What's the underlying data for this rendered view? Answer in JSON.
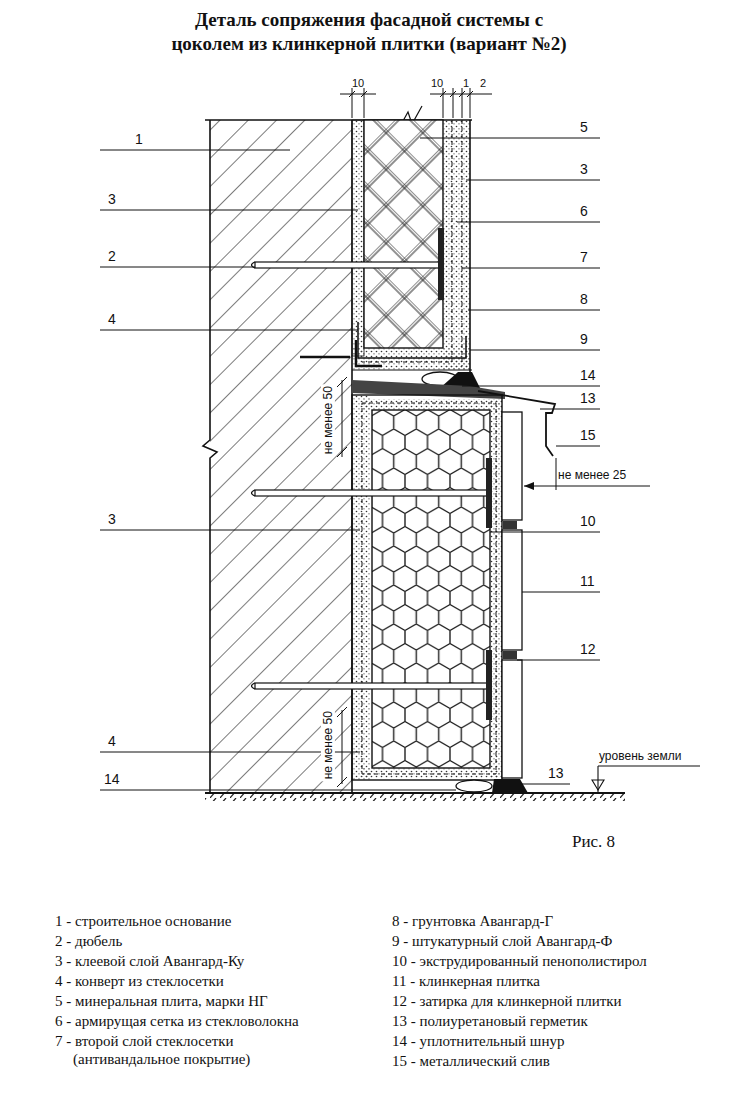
{
  "diagram": {
    "title": "Деталь сопряжения фасадной системы с цоколем из клинкерной плитки (вариант №2)",
    "caption": "Рис. 8",
    "labels": [
      "10",
      "10",
      "1",
      "2",
      "1",
      "5",
      "3",
      "3",
      "6",
      "2",
      "7",
      "8",
      "4",
      "9",
      "14",
      "не менее 50",
      "13",
      "15",
      "не менее 25",
      "3",
      "10",
      "11",
      "12",
      "уровень земли",
      "4",
      "не менее 50",
      "14",
      "13",
      "1 - строительное основание",
      "2 - дюбель",
      "3 - клеевой слой Авангард-Ку",
      "4 - конверт из стеклосетки",
      "5 - минеральная плита, марки НГ",
      "6 - армирущая сетка из стекловолокна",
      "7 - второй слой стеклосетки (антивандальное покрытие)",
      "8 - грунтовка Авангард-Г",
      "9 - штукатурный слой Авангард-Ф",
      "10 - экструдированный пенополистирол",
      "11 - клинкерная плитка",
      "12 - затирка для клинкерной плитки",
      "13 - полиуретановый герметик",
      "14 - уплотнительный шнур",
      "15 - металлический слив"
    ]
  }
}
